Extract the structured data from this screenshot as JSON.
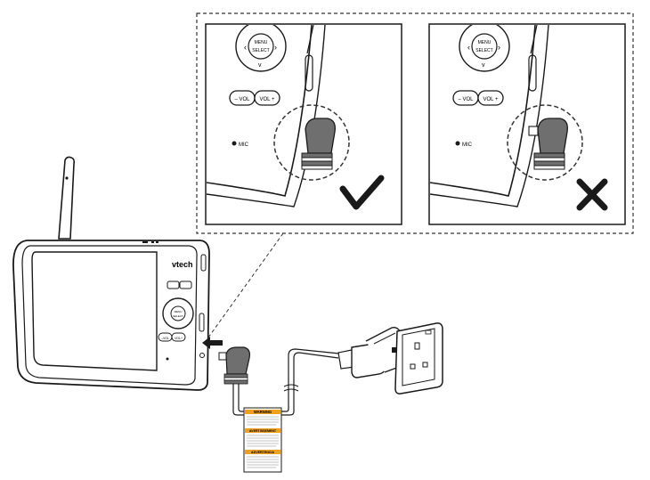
{
  "brand": "vtech",
  "buttons": {
    "menu": "MENU",
    "select": "SELECT",
    "vol_minus": "– VOL",
    "vol_plus": "VOL +",
    "mic": "MIC",
    "device_vol_minus": "–VOL",
    "device_vol_plus": "VOL+",
    "device_menu": "MENU",
    "device_select": "SELECT"
  },
  "panels": [
    {
      "name": "correct",
      "mark": "✔"
    },
    {
      "name": "incorrect",
      "mark": "✖"
    }
  ],
  "warning_tag": {
    "lines": [
      "WARNING",
      "AVERTISSEMENT",
      "ADVERTENCIA"
    ]
  },
  "colors": {
    "line": "#1a1a1a",
    "plug_fill": "#6f6f6f",
    "dashed": "#333333",
    "tag_orange": "#f0a020"
  }
}
